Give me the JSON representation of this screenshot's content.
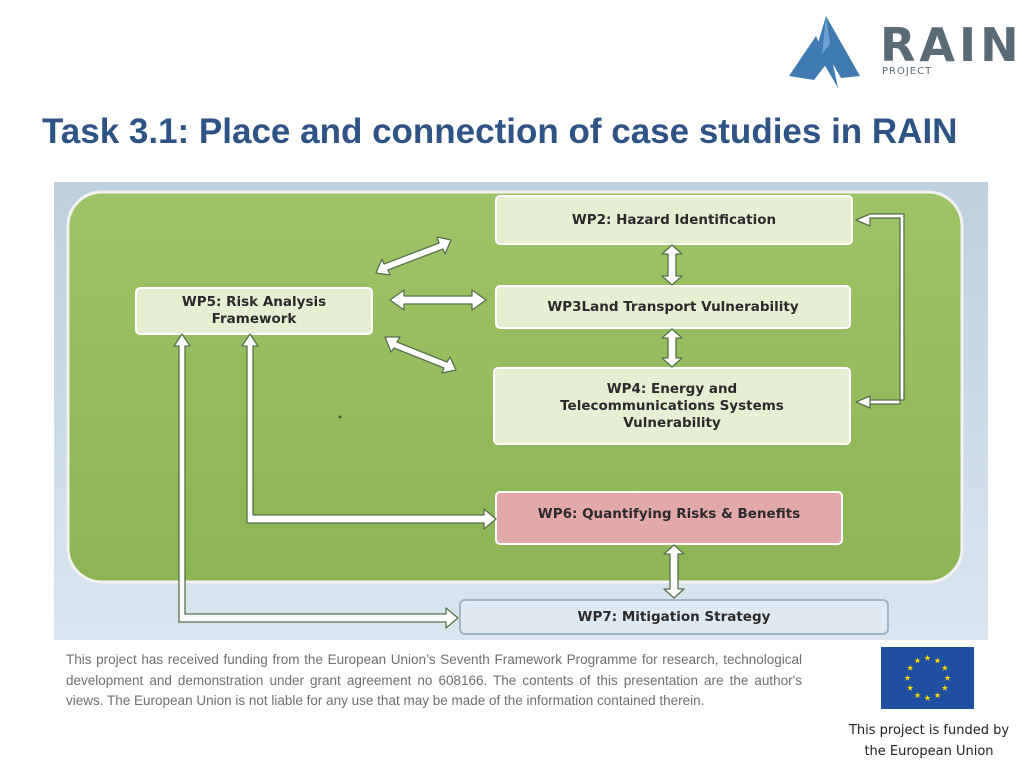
{
  "logo": {
    "word": "RAIN",
    "sub": "PROJECT"
  },
  "title": "Task 3.1: Place and connection of case studies in RAIN",
  "diagram": {
    "boxes": {
      "wp2": "WP2: Hazard Identification",
      "wp3": "WP3Land Transport Vulnerability",
      "wp4": [
        "WP4: Energy and",
        "Telecommunications Systems",
        "Vulnerability"
      ],
      "wp5": [
        "WP5: Risk Analysis",
        "Framework"
      ],
      "wp6": "WP6: Quantifying Risks & Benefits",
      "wp7": "WP7: Mitigation Strategy"
    },
    "colors": {
      "panel": "#95bd5f",
      "box": "#e7efd2",
      "wp6_box": "#e3a9a9",
      "wp7_box": "#dfe9f2"
    }
  },
  "disclaimer": "This project has received funding from the European Union’s Seventh Framework Programme for research, technological development and demonstration under grant agreement no 608166. The contents of this presentation are the author's views. The European Union is not liable for any use that may be made of the information contained therein.",
  "eu": {
    "caption_line1": "This project is funded by",
    "caption_line2": "the European Union"
  },
  "brand_colors": {
    "title": "#2f5385",
    "logo": "#3f7bb1",
    "eu_blue": "#1f4fa0",
    "eu_star": "#ffd700"
  }
}
